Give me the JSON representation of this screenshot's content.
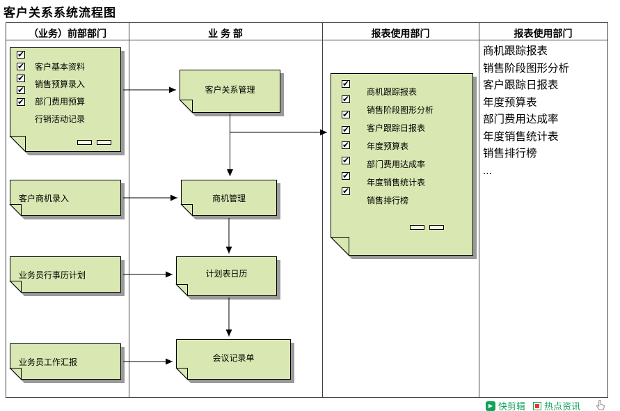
{
  "title": "客户关系系统流程图",
  "lanes": [
    "（业务）前部部门",
    "业 务 部",
    "报表使用部门",
    "报表使用部门"
  ],
  "front_office_form": {
    "items": [
      "客户基本资料",
      "销售预算录入",
      "部门费用预算",
      "行销活动记录"
    ]
  },
  "flow_boxes": {
    "opportunity_entry": "客户商机录入",
    "schedule_plan": "业务员行事历计划",
    "work_report": "业务员工作汇报",
    "crm": "客户关系管理",
    "opportunity_mgmt": "商机管理",
    "calendar": "计划表日历",
    "meeting_record": "会议记录单"
  },
  "report_form": {
    "items": [
      "商机跟踪报表",
      "销售阶段图形分析",
      "客户跟踪日报表",
      "年度预算表",
      "部门费用达成率",
      "年度销售统计表",
      "销售排行榜"
    ]
  },
  "report_list": [
    "商机跟踪报表",
    "销售阶段图形分析",
    "客户跟踪日报表",
    "年度预算表",
    "部门费用达成率",
    "年度销售统计表",
    "销售排行榜",
    "..."
  ],
  "taskbar": {
    "quick_clip": "快剪辑",
    "hot_news": "热点资讯"
  },
  "icons": {
    "checkbox": "checked-checkbox",
    "quick_clip": "green-play-badge",
    "hot_news": "news-badge",
    "hand": "hand-cursor"
  },
  "colors": {
    "box_fill": "#d9e7b2",
    "box_shadow": "#9a9a9a",
    "taskbar_green": "#12a15e"
  }
}
